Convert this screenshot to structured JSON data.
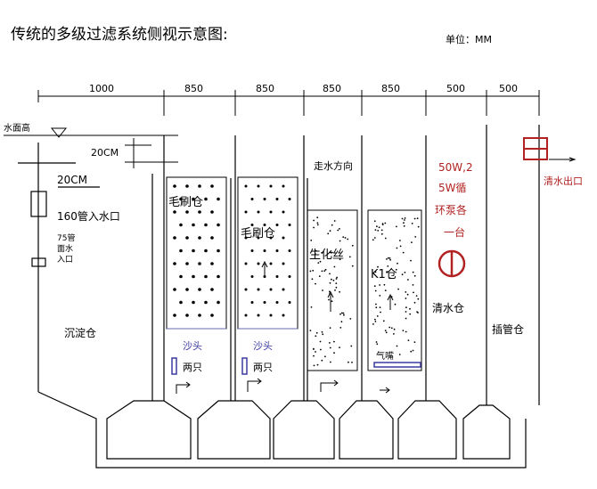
{
  "title": "传统的多级过滤系统侧视示意图:",
  "unit": "单位：MM",
  "dimensions": [
    "1000",
    "850",
    "850",
    "850",
    "850",
    "500",
    "500"
  ],
  "labels": {
    "water_level": "水面高",
    "gap_20cm_top": "20CM",
    "gap_20cm_left": "20CM",
    "inlet_160": "160管入水口",
    "inlet_75_line1": "75管",
    "inlet_75_line2": "面水",
    "inlet_75_line3": "入口",
    "sedimentation": "沉淀仓",
    "brush_bin_1": "毛刷仓",
    "brush_bin_2": "毛刷仓",
    "flow_direction": "走水方向",
    "biochem_silk": "生化丝",
    "k1_bin": "K1仓",
    "air_pump_line1": "50W,2",
    "air_pump_line2": "5W循",
    "air_pump_line3": "环泵各",
    "air_pump_line4": "一台",
    "clear_water_bin": "清水仓",
    "pipe_bin": "插管仓",
    "clear_water_outlet": "清水出口",
    "sand_head_1": "沙头",
    "two_pcs_1": "两只",
    "sand_head_2": "沙头",
    "two_pcs_2": "两只",
    "air_stone": "气嘴"
  },
  "colors": {
    "line": "#000000",
    "accent_red": "#b22222",
    "sand_head_blue": "#3a3aa0"
  }
}
